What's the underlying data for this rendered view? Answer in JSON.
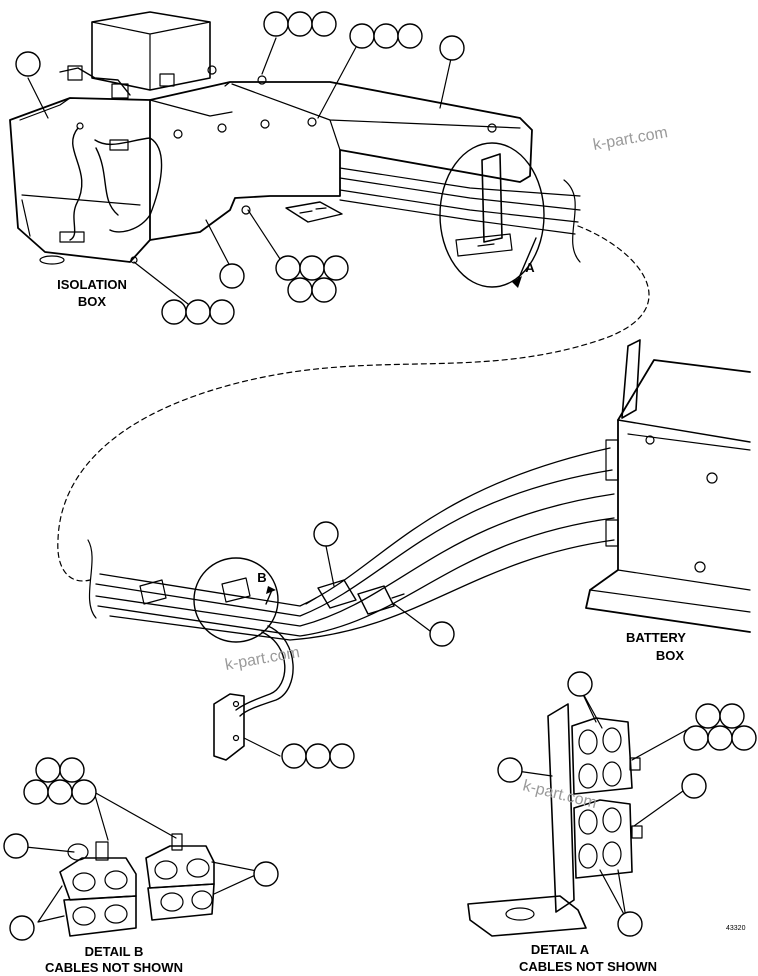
{
  "labels": {
    "isolation_box_line1": "ISOLATION",
    "isolation_box_line2": "BOX",
    "battery_box_line1": "BATTERY",
    "battery_box_line2": "BOX",
    "detail_b_line1": "DETAIL B",
    "detail_b_line2": "CABLES NOT SHOWN",
    "detail_a_line1": "DETAIL A",
    "detail_a_line2": "CABLES NOT SHOWN",
    "view_a": "A",
    "view_b": "B",
    "drawing_number": "43320"
  },
  "watermarks": [
    "k-part.com",
    "k-part.com",
    "k-part.com"
  ],
  "callouts_note": ""
}
